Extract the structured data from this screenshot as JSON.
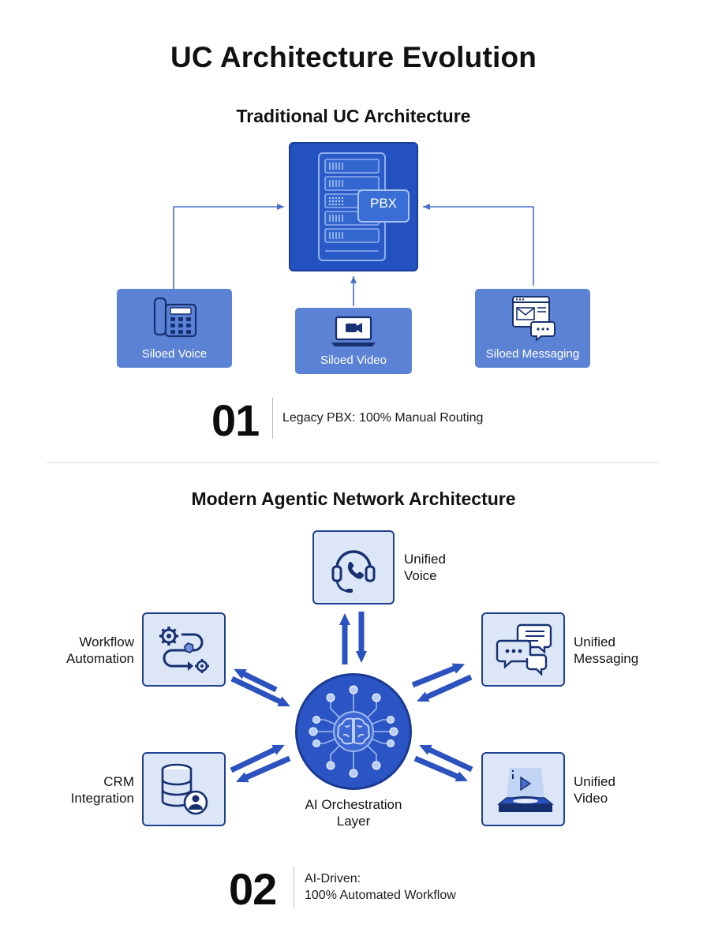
{
  "title": "UC Architecture Evolution",
  "traditional": {
    "title": "Traditional UC Architecture",
    "center_badge": "PBX",
    "silos": [
      {
        "label": "Siloed Voice",
        "icon": "desk-phone-icon"
      },
      {
        "label": "Siloed Video",
        "icon": "laptop-video-icon"
      },
      {
        "label": "Siloed Messaging",
        "icon": "message-window-icon"
      }
    ],
    "step": {
      "number": "01",
      "text": "Legacy PBX: 100% Manual Routing"
    }
  },
  "modern": {
    "title": "Modern Agentic Network Architecture",
    "hub_label_line1": "AI Orchestration",
    "hub_label_line2": "Layer",
    "nodes": {
      "voice": {
        "line1": "Unified",
        "line2": "Voice",
        "icon": "headset-icon"
      },
      "workflow": {
        "line1": "Workflow",
        "line2": "Automation",
        "icon": "gears-flow-icon"
      },
      "messaging": {
        "line1": "Unified",
        "line2": "Messaging",
        "icon": "chat-bubbles-icon"
      },
      "crm": {
        "line1": "CRM",
        "line2": "Integration",
        "icon": "database-user-icon"
      },
      "video": {
        "line1": "Unified",
        "line2": "Video",
        "icon": "video-projector-icon"
      }
    },
    "step": {
      "number": "02",
      "text_line1": "AI-Driven:",
      "text_line2": "100% Automated Workflow"
    }
  },
  "colors": {
    "primary": "#2351c0",
    "silo": "#5c82d6",
    "node_fill": "#dce6f7",
    "node_stroke": "#20408f",
    "arrow": "#2b52bf"
  }
}
